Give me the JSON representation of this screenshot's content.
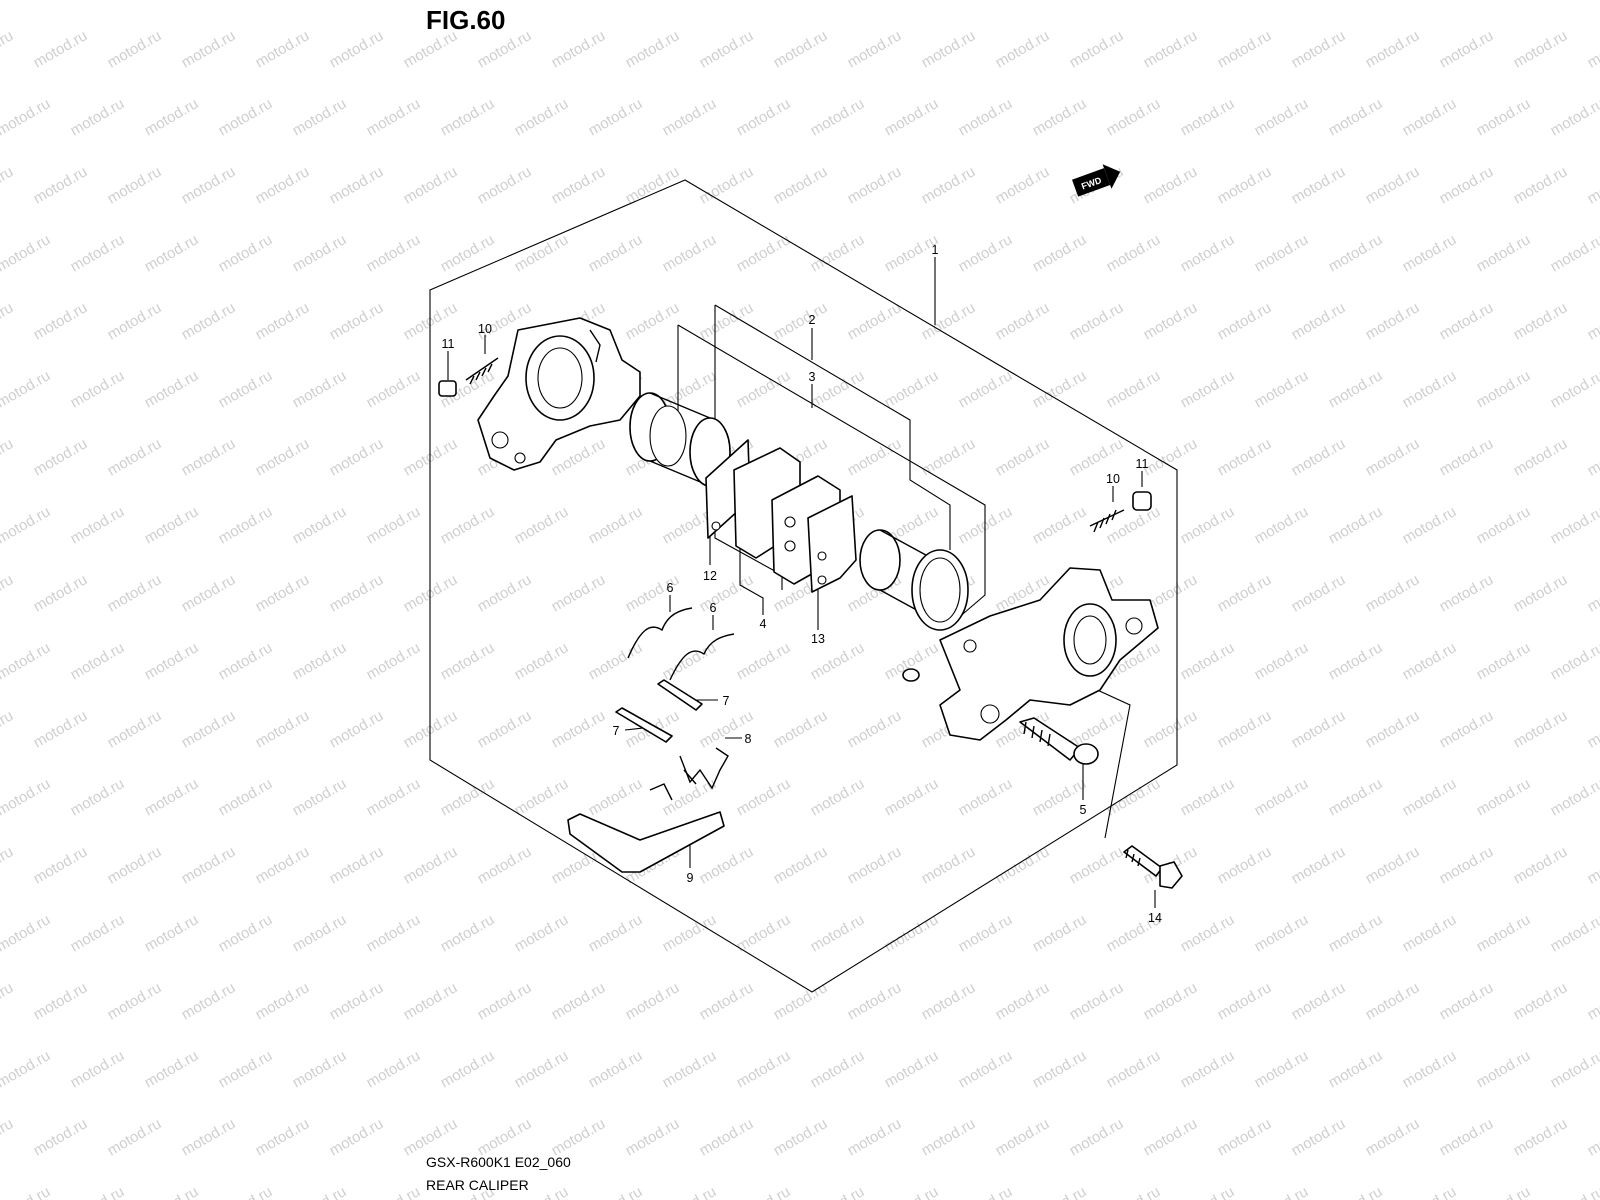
{
  "figure": {
    "title": "FIG.60"
  },
  "footer": {
    "model_code": "GSX-R600K1 E02_060",
    "section_name": "REAR CALIPER"
  },
  "watermark": {
    "text": "motod.ru"
  },
  "fwd_badge": {
    "label": "FWD"
  },
  "callouts": [
    {
      "ref": "1"
    },
    {
      "ref": "2"
    },
    {
      "ref": "3"
    },
    {
      "ref": "10"
    },
    {
      "ref": "11"
    },
    {
      "ref": "10"
    },
    {
      "ref": "11"
    },
    {
      "ref": "12"
    },
    {
      "ref": "4"
    },
    {
      "ref": "13"
    },
    {
      "ref": "6"
    },
    {
      "ref": "6"
    },
    {
      "ref": "7"
    },
    {
      "ref": "7"
    },
    {
      "ref": "8"
    },
    {
      "ref": "9"
    },
    {
      "ref": "5"
    },
    {
      "ref": "14"
    }
  ]
}
